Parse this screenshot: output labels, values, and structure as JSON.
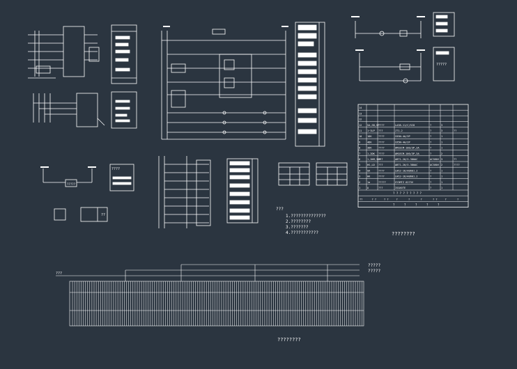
{
  "colors": {
    "background": "#2b3540",
    "line": "#ffffff"
  },
  "table": {
    "rows": [
      {
        "no": "14",
        "code": "",
        "qty": "",
        "model": "",
        "unit": "",
        "count": "",
        "note": ""
      },
      {
        "no": "13",
        "code": "",
        "qty": "",
        "model": "",
        "unit": "",
        "count": "",
        "note": ""
      },
      {
        "no": "12",
        "code": "",
        "qty": "",
        "model": "",
        "unit": "",
        "count": "",
        "note": ""
      },
      {
        "no": "12",
        "code": "SA,SB,SF",
        "qty": "????",
        "model": "LA38-11/C/SC8",
        "unit": "?",
        "count": "3",
        "note": ""
      },
      {
        "no": "11",
        "code": "1~3LP",
        "qty": "???",
        "model": "JT1-2",
        "unit": "?",
        "count": "3",
        "note": "??"
      },
      {
        "no": "10",
        "code": "1DK",
        "qty": "????",
        "model": "C65N-4A/3P",
        "unit": "?",
        "count": "1",
        "note": ""
      },
      {
        "no": "9",
        "code": "4DK",
        "qty": "????",
        "model": "C65N-4A/2P",
        "unit": "?",
        "count": "1",
        "note": ""
      },
      {
        "no": "8",
        "code": "3DK",
        "qty": "????",
        "model": "AM1ECM-100/3P,3A",
        "unit": "?",
        "count": "1",
        "note": ""
      },
      {
        "no": "7",
        "code": "1,2DK",
        "qty": "????",
        "model": "AM1ECM-100/3P,3A",
        "unit": "?",
        "count": "2",
        "note": ""
      },
      {
        "no": "6",
        "code": "1,2KM,3KM",
        "qty": "???",
        "model": "ABT1-20/3-380AC",
        "unit": "AC380V",
        "count": "3",
        "note": "??"
      },
      {
        "no": "5",
        "code": "HS,LD",
        "qty": "???",
        "model": "ABT1-20/3-380AC",
        "unit": "AC380V",
        "count": "2",
        "note": "????"
      },
      {
        "no": "4",
        "code": "GK",
        "qty": "????",
        "model": "LW12-16/A0601.2",
        "unit": "?",
        "count": "1",
        "note": ""
      },
      {
        "no": "3",
        "code": "HK",
        "qty": "????",
        "model": "LW12-16/A0601.2",
        "unit": "?",
        "count": "1",
        "note": ""
      },
      {
        "no": "2",
        "code": "1a",
        "qty": "?????",
        "model": "SY3MTZ 6273V",
        "unit": "?",
        "count": "1",
        "note": ""
      },
      {
        "no": "1",
        "code": "A",
        "qty": "???",
        "model": "ISOA5TE",
        "unit": "?",
        "count": "1",
        "note": ""
      }
    ],
    "header_mid": "? ? ? ? ? ? ? ? ?",
    "footer": [
      "??",
      "? ?",
      "? ?",
      "?",
      "?",
      "?",
      "? ?",
      "?",
      "?"
    ],
    "footer2": [
      "?",
      "?",
      "?",
      "?",
      "?"
    ],
    "caption": "????????"
  },
  "notes": {
    "title": "???",
    "lines": [
      "1.??????????????",
      "2.????????",
      "3.???????",
      "4.???????????"
    ]
  },
  "bottom": {
    "caption": "????????",
    "legend_top": "?????",
    "legend_bottom": "?????",
    "left_label": "???"
  },
  "labels": {
    "box_top_right_1": "?????",
    "relay_box": "?????",
    "sm_box": "??",
    "panel_box": "????"
  }
}
